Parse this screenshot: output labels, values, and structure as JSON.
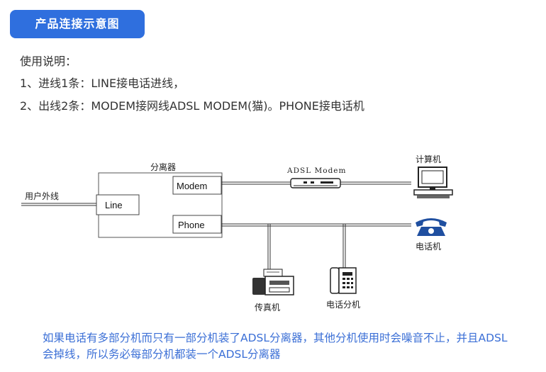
{
  "header": {
    "title": "产品连接示意图"
  },
  "instructions": {
    "heading": "使用说明：",
    "line1": "1、进线1条：LINE接电话进线，",
    "line2": "2、出线2条：MODEM接网线ADSL MODEM(猫)。PHONE接电话机"
  },
  "diagram": {
    "splitter_label": "分离器",
    "incoming_label": "用户外线",
    "line_port": "Line",
    "modem_port": "Modem",
    "phone_port": "Phone",
    "adsl_modem_label": "ADSL Modem",
    "computer_label": "计算机",
    "telephone_label": "电话机",
    "fax_label": "传真机",
    "extension_label": "电话分机"
  },
  "note": {
    "text": "如果电话有多部分机而只有一部分机装了ADSL分离器，其他分机使用时会噪音不止，并且ADSL会掉线，所以务必每部分机都装一个ADSL分离器"
  },
  "colors": {
    "badge": "#2f6fde",
    "note": "#3b6fd6",
    "phone_blue": "#1f4fa0"
  }
}
